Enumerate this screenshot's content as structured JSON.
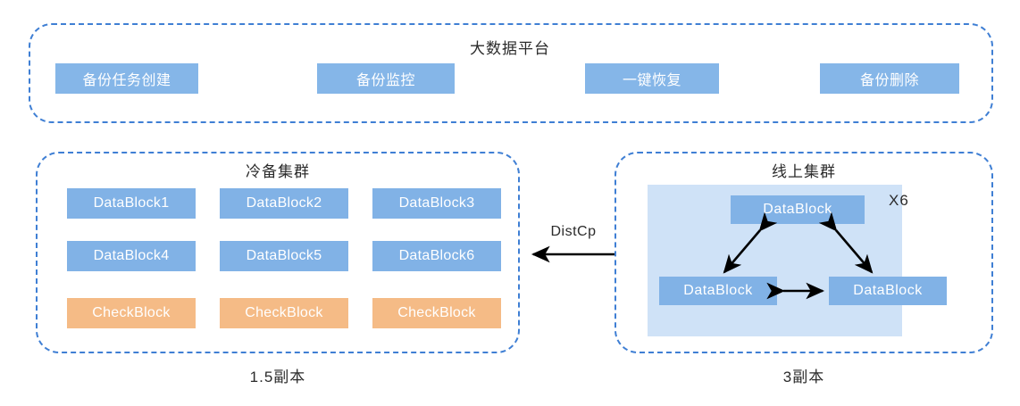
{
  "diagram": {
    "platform": {
      "title": "大数据平台",
      "buttons": [
        {
          "label": "备份任务创建",
          "name": "backup-task-create"
        },
        {
          "label": "备份监控",
          "name": "backup-monitor"
        },
        {
          "label": "一键恢复",
          "name": "one-click-restore"
        },
        {
          "label": "备份删除",
          "name": "backup-delete"
        }
      ]
    },
    "cold_cluster": {
      "title": "冷备集群",
      "caption": "1.5副本",
      "data_blocks": [
        "DataBlock1",
        "DataBlock2",
        "DataBlock3",
        "DataBlock4",
        "DataBlock5",
        "DataBlock6"
      ],
      "check_blocks": [
        "CheckBlock",
        "CheckBlock",
        "CheckBlock"
      ]
    },
    "online_cluster": {
      "title": "线上集群",
      "caption": "3副本",
      "multiplier": "X6",
      "blocks": [
        "DataBlock",
        "DataBlock",
        "DataBlock"
      ]
    },
    "transfer": {
      "label": "DistCp",
      "direction": "online-to-cold"
    },
    "colors": {
      "dashed_border": "#3f7fd4",
      "chip_blue": "#81b2e6",
      "chip_orange": "#f5bb86",
      "panel_light_blue": "#cfe2f7",
      "text_dark": "#2b2b2b",
      "arrow": "#000000",
      "background": "#ffffff"
    }
  }
}
